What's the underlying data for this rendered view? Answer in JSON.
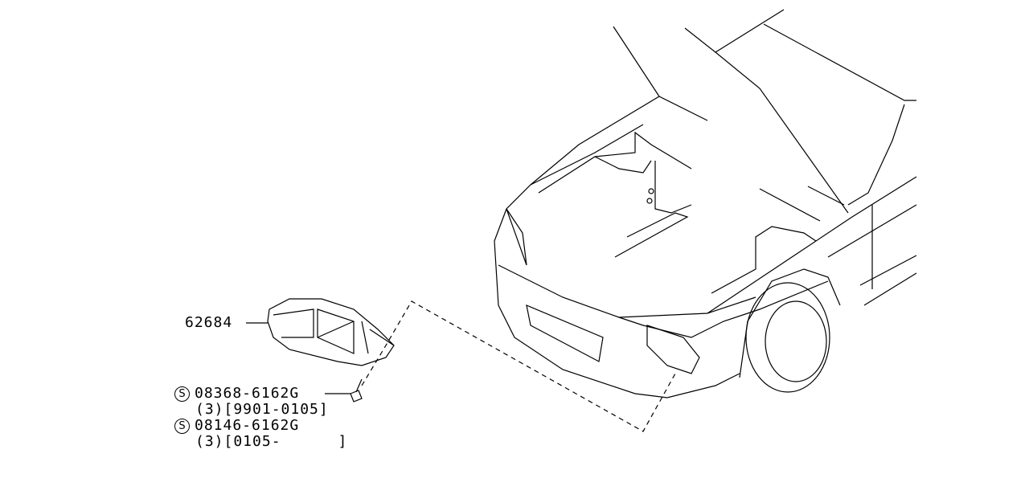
{
  "diagram": {
    "part_number": "62684",
    "fasteners": [
      {
        "symbol": "S",
        "number": "08368-6162G",
        "detail": "(3)[9901-0105]"
      },
      {
        "symbol": "S",
        "number": "08146-6162G",
        "detail": "(3)[0105-      ]"
      }
    ]
  }
}
